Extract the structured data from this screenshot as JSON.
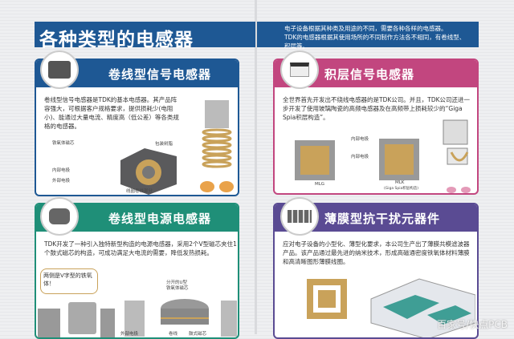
{
  "title": "各种类型的电感器",
  "intro": [
    "电子设备根据其种类及用途的不同，需要各种各样的电感器。",
    "TDK的电感器根据其使用场所的不同制作方法各不相同，有卷线型、",
    "积层等。"
  ],
  "cards": [
    {
      "title": "卷线型信号电感器",
      "color": "#1e5894",
      "text": "卷线型信号电感器是TDK的基本电感器。其产品阵容强大，可根据客户规格要求，提供损耗少(电阻小)、能通过大量电流、精度高（低公差）等各类规格的电感器。",
      "labels": [
        "铁氧体磁芯",
        "包装树脂",
        "内部电极",
        "外部电极",
        "线圈卷线部分"
      ]
    },
    {
      "title": "积层信号电感器",
      "color": "#c2467f",
      "text": "全世界首先开发出不绕线电感器的是TDK公司。并且，TDK公司还进一步开发了使用玻璃陶瓷的高频电感器及在高频带上损耗较少的“Giga Spia积层构造”。",
      "labels": [
        "内部电极",
        "内部电极",
        "MLG",
        "MLK",
        "(Giga Spia积层构造)"
      ]
    },
    {
      "title": "卷线型电源电感器",
      "color": "#1f8f78",
      "text": "TDK开发了一种引入独特新型构造的电源电感器，采用2个V型磁芯夹住1个鼓式磁芯的构造，可成功满足大电流的需要，降低发热损耗。",
      "labels": [
        "分开的U型",
        "铁氧体磁芯",
        "外部电极",
        "卷线",
        "鼓式磁芯"
      ],
      "bubble": "两侧是V字型的铁氧体！"
    },
    {
      "title": "薄膜型抗干扰元器件",
      "color": "#5a4b93",
      "text": "应对电子设备的小型化、薄型化要求，本公司生产出了薄膜共模滤波器产品。该产品通过最先进的纳米技术，形成高磁通密度铁氧体材料薄膜和高清晰图形薄膜线圈。"
    }
  ],
  "watermark": "百家号/快点PCB"
}
